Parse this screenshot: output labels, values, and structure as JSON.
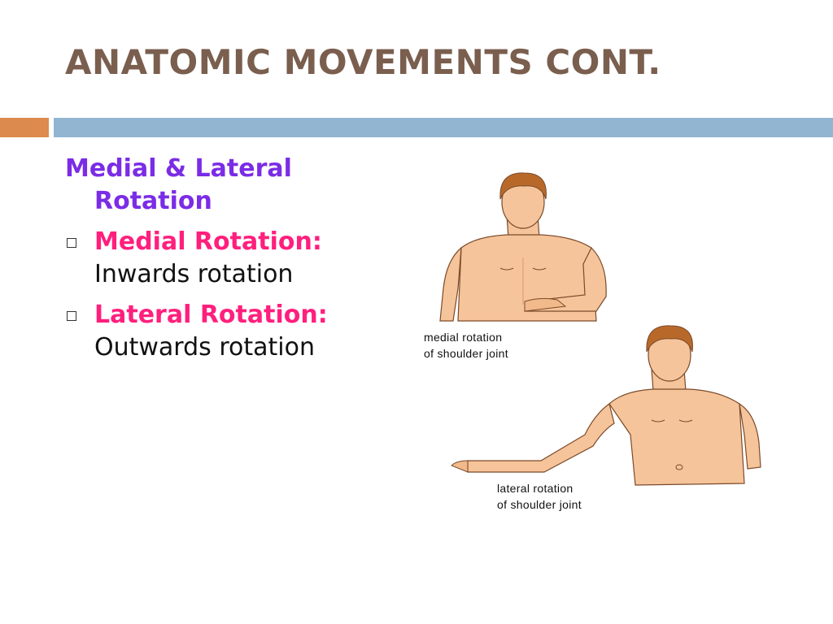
{
  "slide": {
    "title": "ANATOMIC MOVEMENTS CONT."
  },
  "content": {
    "heading_line1": "Medial & Lateral",
    "heading_line2": "Rotation",
    "bullets": [
      {
        "term": "Medial Rotation:",
        "definition": "Inwards rotation"
      },
      {
        "term": "Lateral Rotation:",
        "definition": "Outwards rotation"
      }
    ]
  },
  "figure": {
    "medial_caption_line1": "medial rotation",
    "medial_caption_line2": "of shoulder joint",
    "lateral_caption_line1": "lateral rotation",
    "lateral_caption_line2": "of shoulder joint"
  },
  "colors": {
    "title": "#7a5e4e",
    "accent_bar": "#dd8a4e",
    "main_bar": "#92b6d2",
    "heading": "#7b2ce6",
    "term": "#ff1f7d",
    "skin": "#f6c49a",
    "hair": "#b8692a"
  }
}
